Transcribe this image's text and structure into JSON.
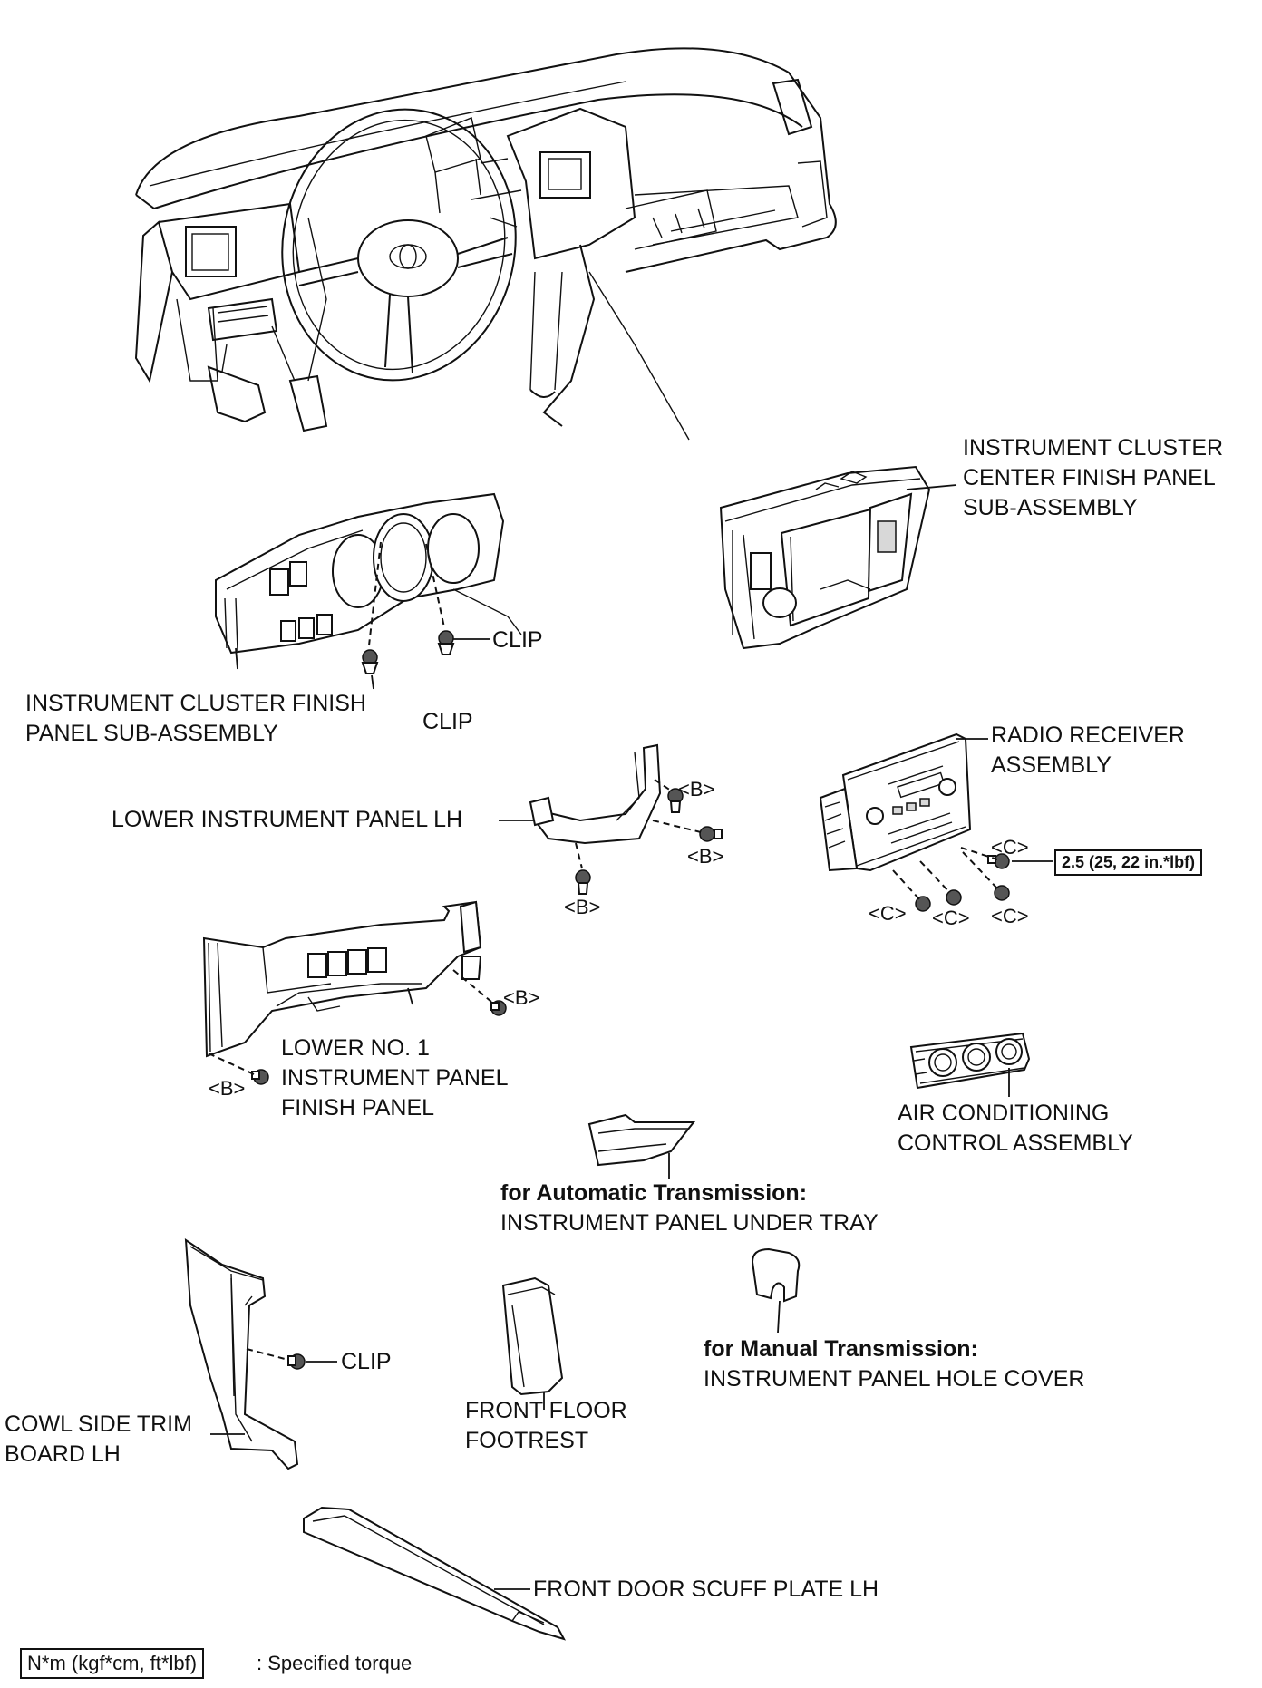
{
  "labels": {
    "cluster_center_panel": [
      "INSTRUMENT CLUSTER",
      "CENTER FINISH PANEL",
      "SUB-ASSEMBLY"
    ],
    "clip_upper_right": "CLIP",
    "clip_upper_left": "CLIP",
    "cluster_finish_panel": [
      "INSTRUMENT CLUSTER FINISH",
      "PANEL SUB-ASSEMBLY"
    ],
    "radio_receiver": [
      "RADIO RECEIVER",
      "ASSEMBLY"
    ],
    "lower_panel_lh": "LOWER INSTRUMENT PANEL LH",
    "lower_no1_finish": [
      "LOWER NO. 1",
      "INSTRUMENT PANEL",
      "FINISH PANEL"
    ],
    "ac_control": [
      "AIR CONDITIONING",
      "CONTROL ASSEMBLY"
    ],
    "under_tray_condition": "for Automatic Transmission:",
    "under_tray": "INSTRUMENT PANEL UNDER TRAY",
    "hole_cover_condition": "for Manual Transmission:",
    "hole_cover": "INSTRUMENT PANEL HOLE COVER",
    "clip_cowl": "CLIP",
    "cowl_side_trim": [
      "COWL SIDE TRIM",
      "BOARD LH"
    ],
    "footrest": [
      "FRONT FLOOR",
      "FOOTREST"
    ],
    "scuff_plate": "FRONT DOOR SCUFF PLATE LH"
  },
  "fastener_tags": {
    "b": "<B>",
    "c": "<C>"
  },
  "torque": {
    "value": "2.5 (25, 22 in.*lbf)"
  },
  "legend": {
    "unit_box": "N*m (kgf*cm, ft*lbf)",
    "description": ": Specified torque"
  }
}
